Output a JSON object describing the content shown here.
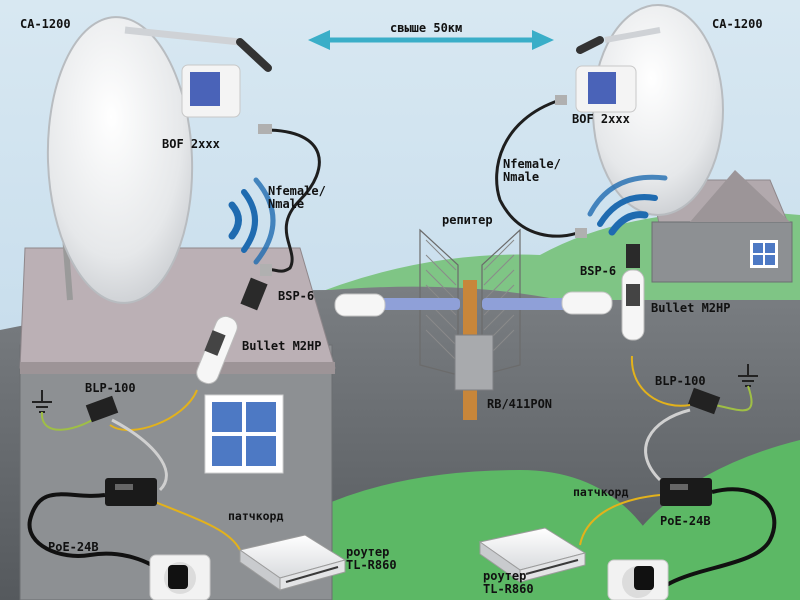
{
  "labels": {
    "antenna_left": "CA-1200",
    "antenna_right": "CA-1200",
    "distance": "свыше 50км",
    "feed_left": "BOF 2xxx",
    "feed_right": "BOF 2xxx",
    "cable_left_1": "Nfemale/",
    "cable_left_2": "Nmale",
    "cable_right_1": "Nfemale/",
    "cable_right_2": "Nmale",
    "repeater": "репитер",
    "repeater_board": "RB/411PON",
    "bsp_left": "BSP-6",
    "bsp_right": "BSP-6",
    "bullet_left": "Bullet M2HP",
    "bullet_right": "Bullet M2HP",
    "blp_left": "BLP-100",
    "blp_right": "BLP-100",
    "poe_left": "PoE-24B",
    "poe_right": "PoE-24B",
    "patch_left": "патчкорд",
    "patch_right": "патчкорд",
    "router_left_1": "роутер",
    "router_left_2": "TL-R860",
    "router_right_1": "роутер",
    "router_right_2": "TL-R860"
  },
  "colors": {
    "sky": "#cfe3f0",
    "grass": "#5cb865",
    "road": "#6c7074",
    "house_wall": "#8c8f92",
    "roof": "#b9aeb3",
    "signal": "#1f6bb0",
    "arrow": "#3aaec8"
  }
}
